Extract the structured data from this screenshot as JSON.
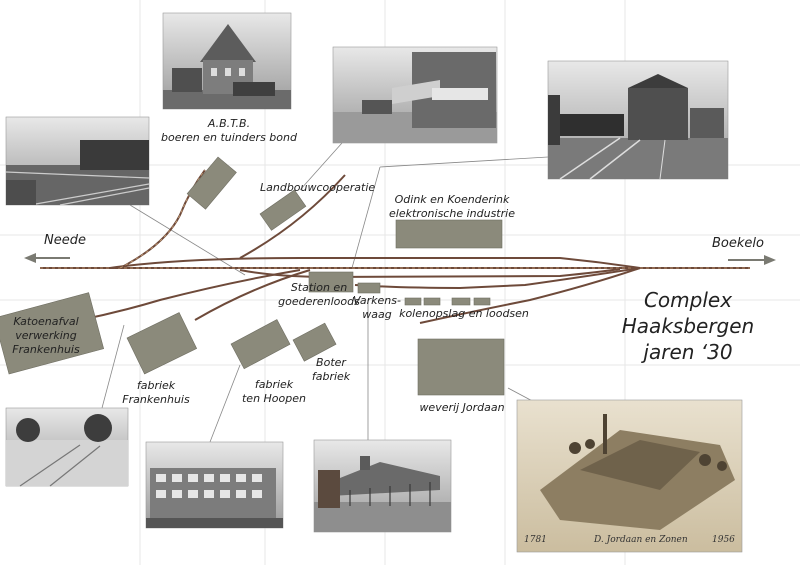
{
  "directions": {
    "west": "Neede",
    "east": "Boekelo"
  },
  "title": {
    "line1": "Complex",
    "line2": "Haaksbergen",
    "line3": "jaren ‘30"
  },
  "labels": {
    "abtb_1": "A.B.T.B.",
    "abtb_2": "boeren en tuinders bond",
    "landbouw": "Landbouwcooperatie",
    "odink_1": "Odink en Koenderink",
    "odink_2": "elektronische industrie",
    "station_1": "Station en",
    "station_2": "goederenloods",
    "varkens_1": "Varkens-",
    "varkens_2": "waag",
    "kolen": "kolenopslag en loodsen",
    "katoen_1": "Katoenafval",
    "katoen_2": "verwerking",
    "katoen_3": "Frankenhuis",
    "frankenhuis_1": "fabriek",
    "frankenhuis_2": "Frankenhuis",
    "hoopen_1": "fabriek",
    "hoopen_2": "ten Hoopen",
    "boter_1": "Boter",
    "boter_2": "fabriek",
    "jordaan": "weverij Jordaan"
  },
  "jordaan_print": {
    "year_start": "1781",
    "signature": "D. Jordaan en Zonen",
    "year_end": "1956"
  },
  "colors": {
    "building": "#8b8a7b",
    "track": "#6e4a3a",
    "track_accent": "#c9a079",
    "arrow": "#7a7a72"
  }
}
